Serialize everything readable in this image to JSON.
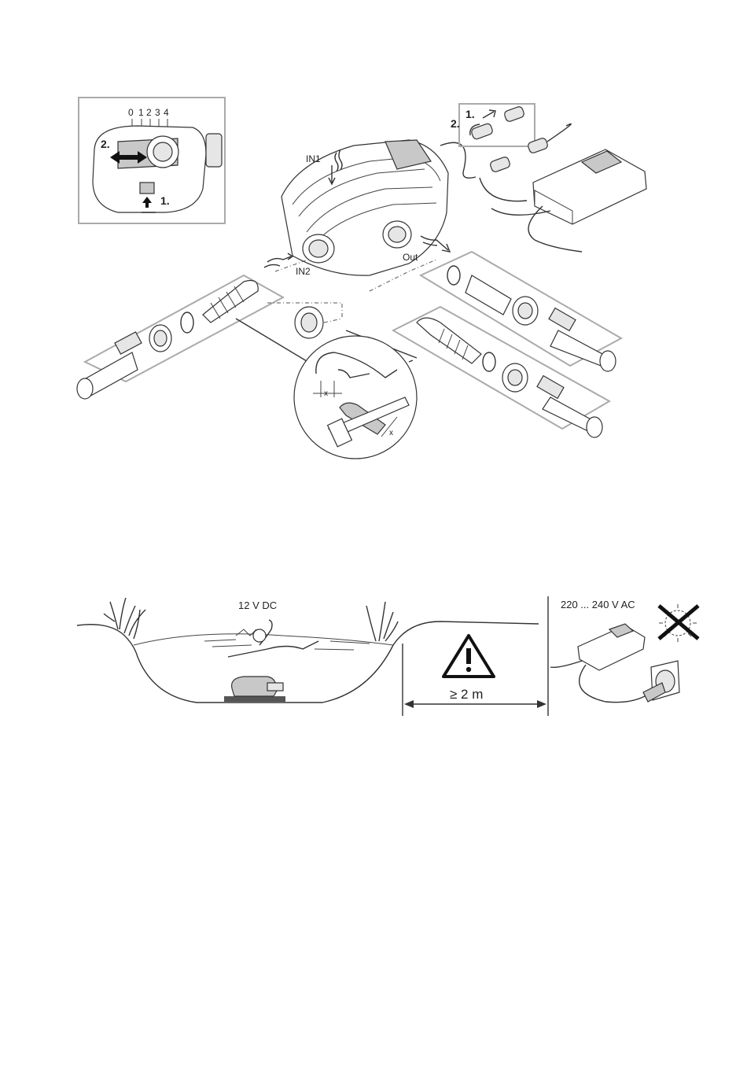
{
  "figure1": {
    "inset_scale": [
      "0",
      "1",
      "2",
      "3",
      "4"
    ],
    "inset_step1": "1.",
    "inset_step2": "2.",
    "connector_step1": "1.",
    "connector_step2": "2.",
    "label_in1": "IN1",
    "label_in2": "IN2",
    "label_out": "Out",
    "dim_x1": "x",
    "dim_x2": "x"
  },
  "figure2": {
    "voltage_dc": "12 V DC",
    "voltage_ac": "220 ... 240 V AC",
    "distance": "≥ 2 m"
  },
  "colors": {
    "line": "#333333",
    "fill_grey": "#c8c8c8",
    "panel": "#aaaaaa"
  },
  "icons": [
    "warning-triangle-icon",
    "no-sun-icon",
    "wall-socket-icon"
  ]
}
